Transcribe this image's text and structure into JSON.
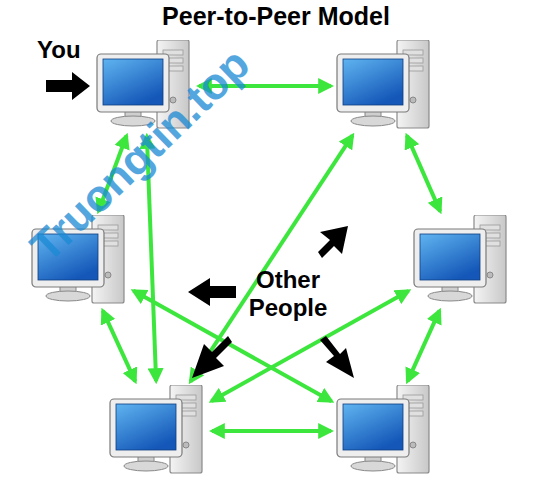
{
  "diagram": {
    "title": "Peer-to-Peer Model",
    "nodes": [
      {
        "text": [
          "You"
        ]
      },
      {
        "text": []
      },
      {
        "text": []
      },
      {
        "text": []
      },
      {
        "text": []
      },
      {
        "text": []
      }
    ],
    "edges": [
      {
        "from": 0,
        "to": 1,
        "arrow": "both"
      },
      {
        "from": 0,
        "to": 2,
        "arrow": "both"
      },
      {
        "from": 0,
        "to": 4,
        "arrow": "both"
      },
      {
        "from": 1,
        "to": 3,
        "arrow": "both"
      },
      {
        "from": 1,
        "to": 4,
        "arrow": "both"
      },
      {
        "from": 2,
        "to": 4,
        "arrow": "both"
      },
      {
        "from": 2,
        "to": 5,
        "arrow": "both"
      },
      {
        "from": 3,
        "to": 4,
        "arrow": "both"
      },
      {
        "from": 3,
        "to": 5,
        "arrow": "both"
      },
      {
        "from": 4,
        "to": 5,
        "arrow": "both"
      }
    ],
    "labels": [
      "Other People",
      "Truongtin.top"
    ]
  }
}
